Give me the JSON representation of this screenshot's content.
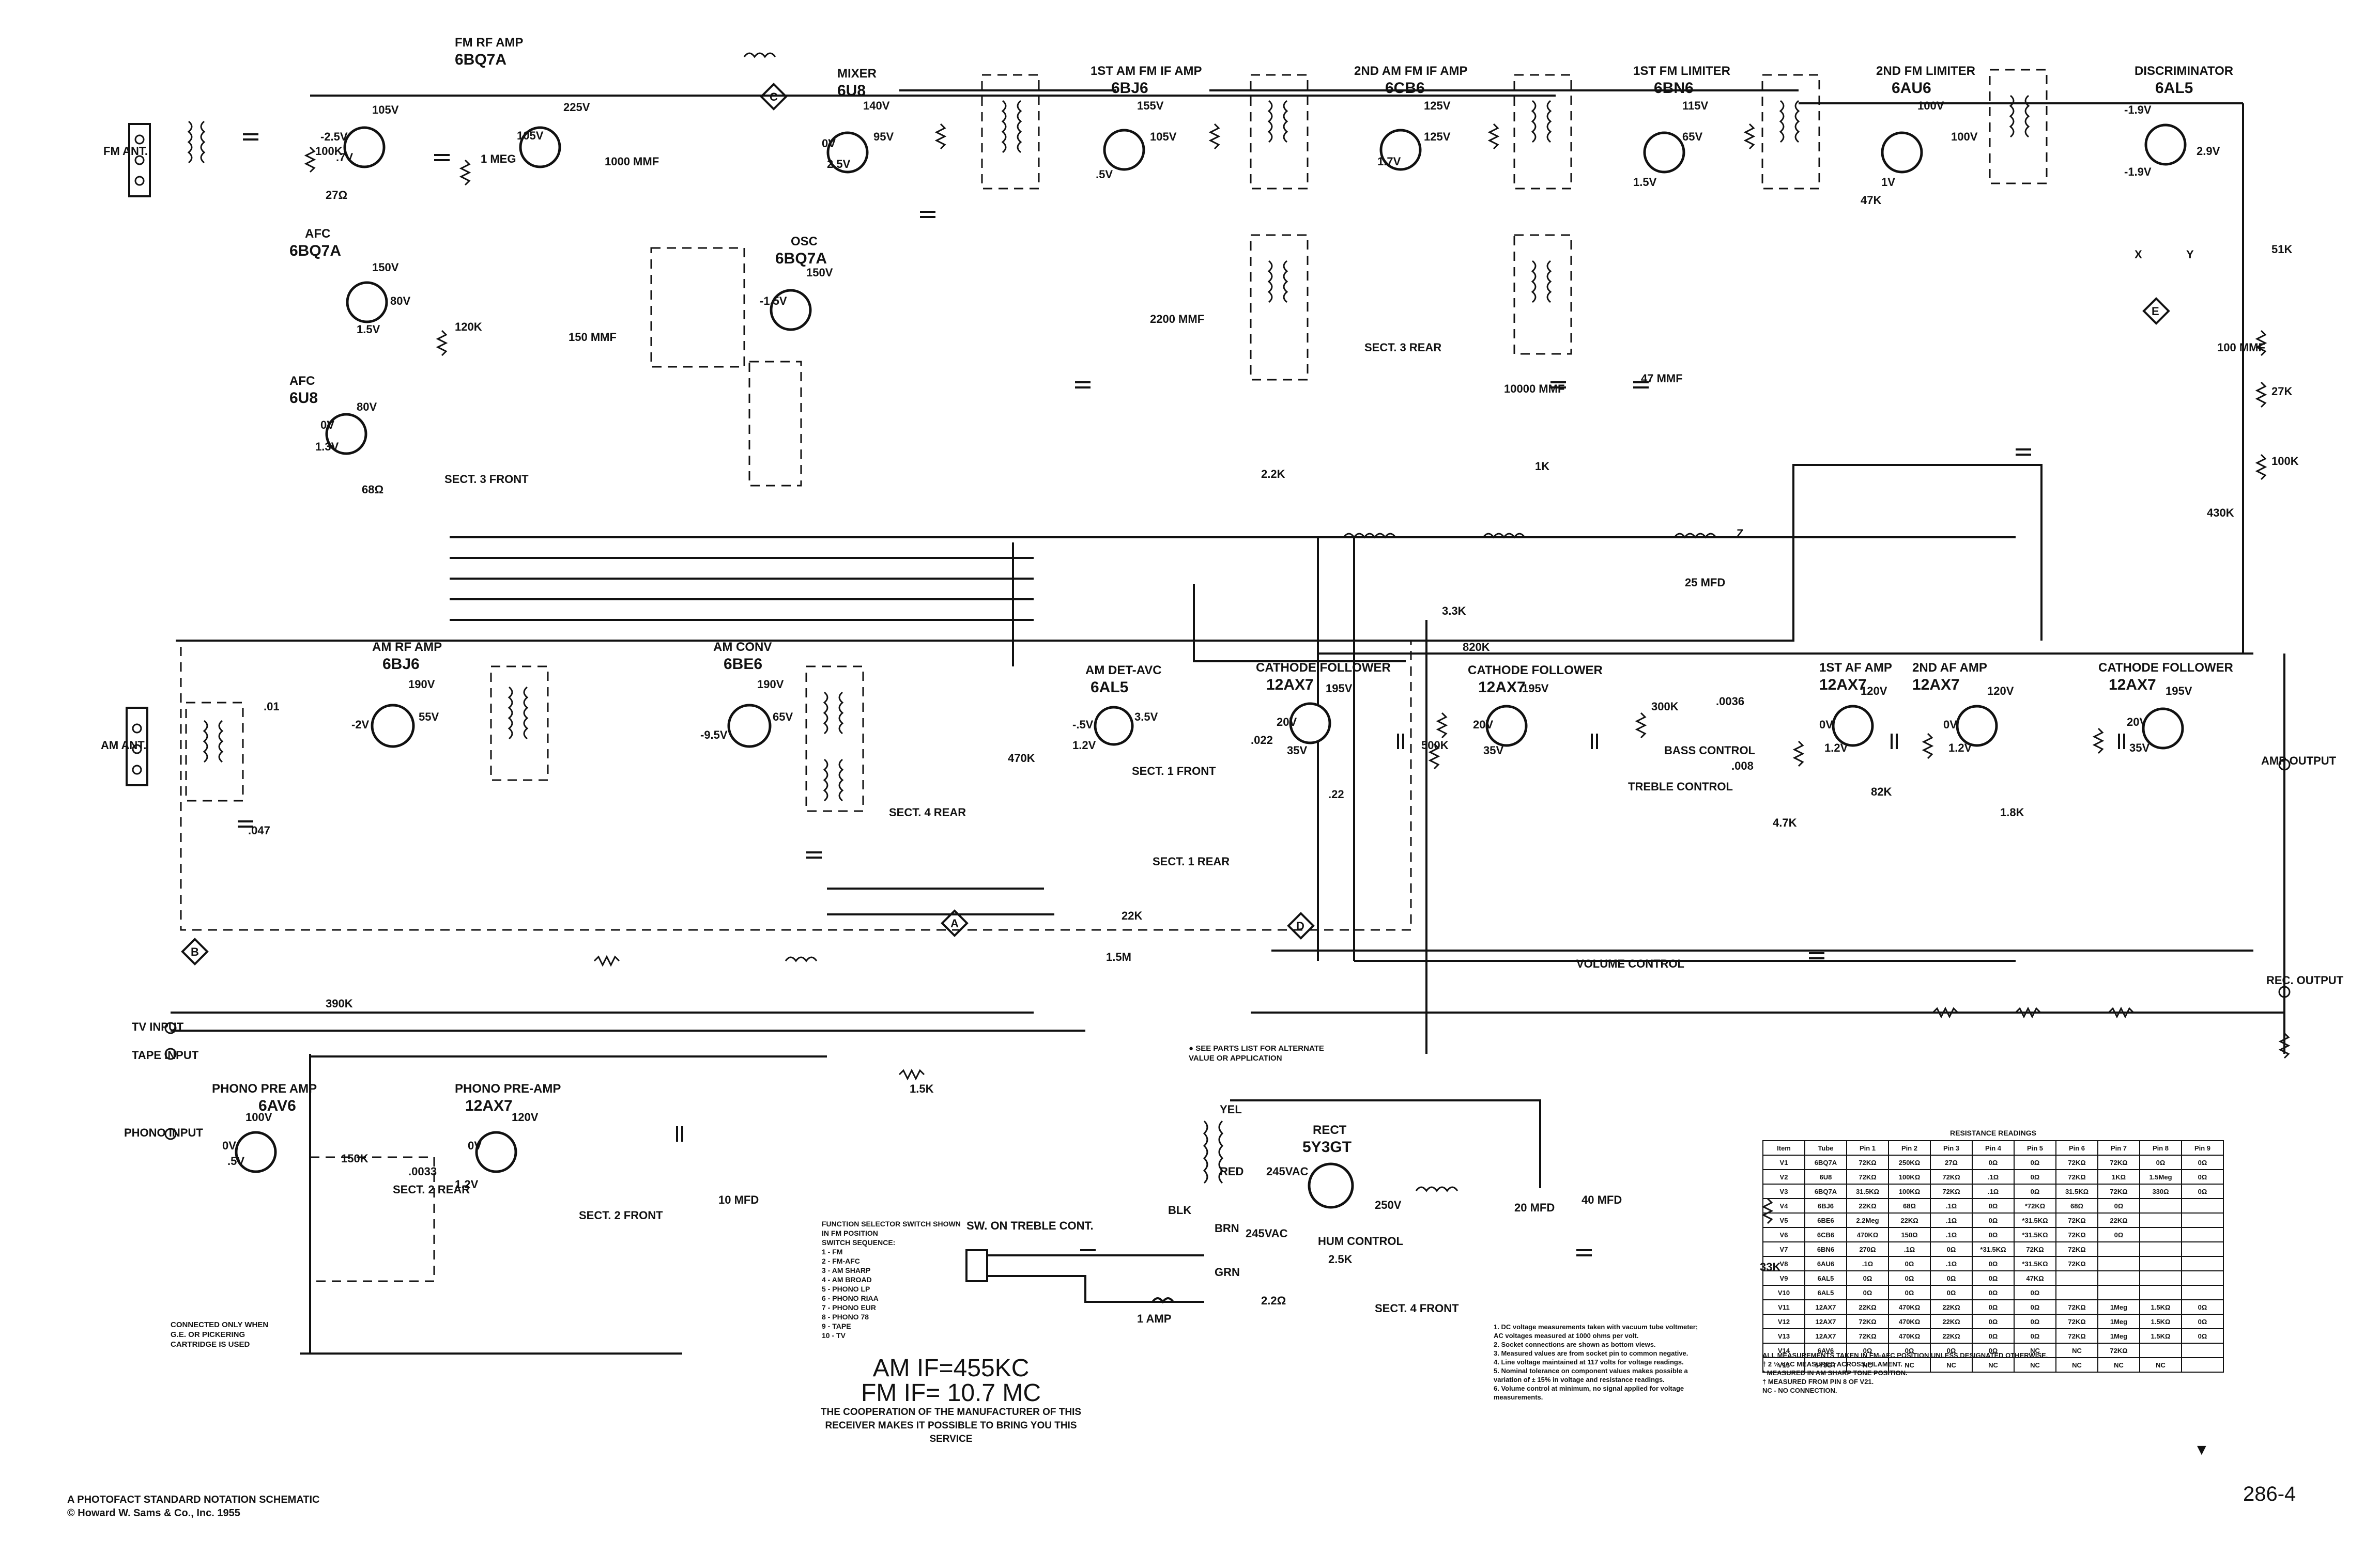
{
  "footer": {
    "credit_line1": "A PHOTOFACT STANDARD NOTATION SCHEMATIC",
    "credit_line2": "© Howard W. Sams & Co., Inc. 1955",
    "page_number": "286-4",
    "marker": "▼"
  },
  "if_note": {
    "am_if": "AM IF=455KC",
    "fm_if": "FM IF= 10.7 MC",
    "line3": "THE COOPERATION OF THE MANUFACTURER OF THIS",
    "line4": "RECEIVER MAKES IT POSSIBLE TO BRING YOU THIS SERVICE"
  },
  "tubes": [
    {
      "id": "V1",
      "function": "FM RF AMP",
      "type": "6BQ7A"
    },
    {
      "id": "V2",
      "function": "MIXER",
      "type": "6U8"
    },
    {
      "id": "V3",
      "function": "1ST AM FM IF AMP",
      "type": "6BJ6"
    },
    {
      "id": "V4",
      "function": "2ND AM FM IF AMP",
      "type": "6CB6"
    },
    {
      "id": "V5",
      "function": "1ST FM LIMITER",
      "type": "6BN6"
    },
    {
      "id": "V6",
      "function": "2ND FM LIMITER",
      "type": "6AU6"
    },
    {
      "id": "V7",
      "function": "DISCRIMINATOR",
      "type": "6AL5"
    },
    {
      "id": "V8",
      "function": "AFC",
      "type": "6BQ7A"
    },
    {
      "id": "V9",
      "function": "AFC",
      "type": "6U8"
    },
    {
      "id": "V10",
      "function": "OSC",
      "type": "6BQ7A"
    },
    {
      "id": "V11",
      "function": "AM RF AMP",
      "type": "6BJ6"
    },
    {
      "id": "V12",
      "function": "AM CONV",
      "type": "6BE6"
    },
    {
      "id": "V13",
      "function": "AM DET-AVC",
      "type": "6AL5"
    },
    {
      "id": "V14",
      "function": "CATHODE FOLLOWER",
      "type": "12AX7"
    },
    {
      "id": "V15",
      "function": "CATHODE FOLLOWER",
      "type": "12AX7"
    },
    {
      "id": "V16",
      "function": "1ST AF AMP",
      "type": "12AX7"
    },
    {
      "id": "V17",
      "function": "2ND AF AMP",
      "type": "12AX7"
    },
    {
      "id": "V18",
      "function": "CATHODE FOLLOWER",
      "type": "12AX7"
    },
    {
      "id": "V19",
      "function": "PHONO PRE AMP",
      "type": "6AV6"
    },
    {
      "id": "V20",
      "function": "PHONO PRE-AMP",
      "type": "12AX7"
    },
    {
      "id": "V21",
      "function": "RECT",
      "type": "5Y3GT"
    }
  ],
  "io_labels": {
    "fm_ant": "FM ANT.",
    "am_ant": "AM ANT.",
    "tv_input": "TV INPUT",
    "tape_input": "TAPE INPUT",
    "phono_input": "PHONO INPUT",
    "amp_output": "AMP OUTPUT",
    "rec_output": "REC. OUTPUT"
  },
  "controls": {
    "volume": "VOLUME CONTROL",
    "bass": "BASS CONTROL",
    "treble": "TREBLE CONTROL",
    "hum": "HUM CONTROL",
    "sw_treble": "SW. ON TREBLE CONT."
  },
  "supply": {
    "v245ac_a": "245VAC",
    "v245ac_b": "245VAC",
    "v250": "250V",
    "fuse": "1 AMP"
  },
  "phono_note": [
    "CONNECTED ONLY WHEN",
    "G.E. OR PICKERING",
    "CARTRIDGE IS USED"
  ],
  "see_parts": [
    "● SEE PARTS LIST FOR ALTERNATE",
    "VALUE OR APPLICATION"
  ],
  "function_switch": {
    "title": [
      "FUNCTION SELECTOR SWITCH SHOWN",
      "IN FM POSITION",
      "SWITCH SEQUENCE:"
    ],
    "positions": [
      "1 - FM",
      "2 - FM-AFC",
      "3 - AM SHARP",
      "4 - AM BROAD",
      "5 - PHONO LP",
      "6 - PHONO RIAA",
      "7 - PHONO EUR",
      "8 - PHONO 78",
      "9 - TAPE",
      "10 - TV"
    ]
  },
  "voltage_notes": [
    "1. DC voltage measurements taken with vacuum tube voltmeter;",
    "   AC voltages measured at 1000 ohms per volt.",
    "2. Socket connections are shown as bottom views.",
    "3. Measured values are from socket pin to common negative.",
    "4. Line voltage maintained at 117 volts for voltage readings.",
    "5. Nominal tolerance on component values makes possible a",
    "   variation of ± 15% in voltage and resistance readings.",
    "6. Volume control at minimum, no signal applied for voltage",
    "   measurements."
  ],
  "resistance_table": {
    "caption": "RESISTANCE READINGS",
    "headers": [
      "Item",
      "Tube",
      "Pin 1",
      "Pin 2",
      "Pin 3",
      "Pin 4",
      "Pin 5",
      "Pin 6",
      "Pin 7",
      "Pin 8",
      "Pin 9"
    ],
    "rows": [
      [
        "V1",
        "6BQ7A",
        "72KΩ",
        "250KΩ",
        "27Ω",
        "0Ω",
        "0Ω",
        "72KΩ",
        "72KΩ",
        "0Ω",
        "0Ω"
      ],
      [
        "V2",
        "6U8",
        "72KΩ",
        "100KΩ",
        "72KΩ",
        ".1Ω",
        "0Ω",
        "72KΩ",
        "1KΩ",
        "1.5Meg",
        "0Ω"
      ],
      [
        "V3",
        "6BQ7A",
        "31.5KΩ",
        "100KΩ",
        "72KΩ",
        ".1Ω",
        "0Ω",
        "31.5KΩ",
        "72KΩ",
        "330Ω",
        "0Ω"
      ],
      [
        "V4",
        "6BJ6",
        "22KΩ",
        "68Ω",
        ".1Ω",
        "0Ω",
        "*72KΩ",
        "68Ω",
        "0Ω",
        "",
        ""
      ],
      [
        "V5",
        "6BE6",
        "2.2Meg",
        "22KΩ",
        ".1Ω",
        "0Ω",
        "*31.5KΩ",
        "72KΩ",
        "22KΩ",
        "",
        ""
      ],
      [
        "V6",
        "6CB6",
        "470KΩ",
        "150Ω",
        ".1Ω",
        "0Ω",
        "*31.5KΩ",
        "72KΩ",
        "0Ω",
        "",
        ""
      ],
      [
        "V7",
        "6BN6",
        "270Ω",
        ".1Ω",
        "0Ω",
        "*31.5KΩ",
        "72KΩ",
        "72KΩ",
        "",
        "",
        ""
      ],
      [
        "V8",
        "6AU6",
        ".1Ω",
        "0Ω",
        ".1Ω",
        "0Ω",
        "*31.5KΩ",
        "72KΩ",
        "",
        "",
        ""
      ],
      [
        "V9",
        "6AL5",
        "0Ω",
        "0Ω",
        "0Ω",
        "0Ω",
        "47KΩ",
        "",
        "",
        "",
        ""
      ],
      [
        "V10",
        "6AL5",
        "0Ω",
        "0Ω",
        "0Ω",
        "0Ω",
        "0Ω",
        "",
        "",
        "",
        ""
      ],
      [
        "V11",
        "12AX7",
        "22KΩ",
        "470KΩ",
        "22KΩ",
        "0Ω",
        "0Ω",
        "72KΩ",
        "1Meg",
        "1.5KΩ",
        "0Ω"
      ],
      [
        "V12",
        "12AX7",
        "72KΩ",
        "470KΩ",
        "22KΩ",
        "0Ω",
        "0Ω",
        "72KΩ",
        "1Meg",
        "1.5KΩ",
        "0Ω"
      ],
      [
        "V13",
        "12AX7",
        "72KΩ",
        "470KΩ",
        "22KΩ",
        "0Ω",
        "0Ω",
        "72KΩ",
        "1Meg",
        "1.5KΩ",
        "0Ω"
      ],
      [
        "V14",
        "6AV6",
        "0Ω",
        "0Ω",
        "0Ω",
        "0Ω",
        "NC",
        "NC",
        "72KΩ",
        "",
        ""
      ],
      [
        "V15",
        "5Y3GT",
        "NC",
        "NC",
        "NC",
        "NC",
        "NC",
        "NC",
        "NC",
        "NC",
        ""
      ]
    ],
    "notes": [
      "ALL MEASUREMENTS TAKEN IN FM-AFC POSITION UNLESS DESIGNATED OTHERWISE.",
      "† 2 ½ VAC MEASURED ACROSS FILAMENT.",
      "* MEASURED IN AM SHARP TONE POSITION.",
      "† MEASURED FROM PIN 8 OF V21.",
      "NC - NO CONNECTION."
    ]
  },
  "voltages": {
    "v1_plate": "105V",
    "v1_grid": "-2.5V",
    "v1_cath": ".7V",
    "v1b_plate": "225V",
    "v1b_plate2": "105V",
    "v2_plate": "140V",
    "v2_grid": "0V",
    "v2_cath": "2.5V",
    "v2_scr": "95V",
    "v3_plate": "155V",
    "v3_scr": "105V",
    "v3_cath": ".5V",
    "v4_plate": "125V",
    "v4_scr": "125V",
    "v4_cath": "1.7V",
    "v5_plate": "115V",
    "v5_scr": "65V",
    "v5_cath": "1.5V",
    "v6_plate": "100V",
    "v6_scr": "100V",
    "v6_cath": "1V",
    "v7_a": "-1.9V",
    "v7_b": "2.9V",
    "v7_c": "-1.9V",
    "v8_plate": "150V",
    "v8_grid": "80V",
    "v8_cath": "1.5V",
    "v9_plate": "80V",
    "v9_grid": "0V",
    "v9_cath": "1.3V",
    "v10_plate": "150V",
    "v10_grid": "-1.5V",
    "v11_plate": "190V",
    "v11_scr": "55V",
    "v11_grid": "-2V",
    "v12_plate": "190V",
    "v12_scr": "65V",
    "v12_grid": "-9.5V",
    "v13_a": "-.5V",
    "v13_b": "1.2V",
    "v13_c": "3.5V",
    "v14_plate": "195V",
    "v14_grid": "20V",
    "v14_cath": "35V",
    "v15_plate": "195V",
    "v15_grid": "20V",
    "v15_cath": "35V",
    "v16_plate": "120V",
    "v16_grid": "0V",
    "v16_cath": "1.2V",
    "v17_plate": "120V",
    "v17_grid": "0V",
    "v17_cath": "1.2V",
    "v18_plate": "195V",
    "v18_grid": "20V",
    "v18_cath": "35V",
    "v19_plate": "100V",
    "v19_grid": "0V",
    "v19_cath": ".5V",
    "v20_plate": "120V",
    "v20_grid": "0V",
    "v20_cath": "1.2V"
  },
  "parts": {
    "r_27": "27Ω",
    "r_100k_a": "100K",
    "r_120k": "120K",
    "r_1meg_a": "1 MEG",
    "r_68ohm": "68Ω",
    "r_22k_a": "22K",
    "r_470k_a": "470K",
    "r_1k_a": "1K",
    "r_47k_a": "47K",
    "r_150k": "150K",
    "r_2_2k": "2.2K",
    "r_820k": "820K",
    "r_3_3k": "3.3K",
    "r_27k": "27K",
    "r_51k": "51K",
    "r_430k": "430K",
    "r_100k_b": "100K",
    "r_500k": "500K",
    "r_4_7k": "4.7K",
    "r_1_8k": "1.8K",
    "r_82k": "82K",
    "r_390k": "390K",
    "r_33k": "33K",
    "r_2_2ohm": "2.2Ω",
    "r_1_5k": "1.5K",
    "r_2_5k": "2.5K",
    "r_300k": "300K",
    "r_1_5m": "1.5M",
    "c_047": ".047",
    "c_01": ".01",
    "c_022": ".022",
    "c_22": ".22",
    "c_0033": ".0033",
    "c_0036": ".0036",
    "c_008": ".008",
    "c_150": "150 MMF",
    "c_1000": "1000 MMF",
    "c_2200": "2200 MMF",
    "c_10000": "10000 MMF",
    "c_47": "47 MMF",
    "c_100": "100 MMF",
    "c_40mfd": "40 MFD",
    "c_20mfd": "20 MFD",
    "c_10mfd": "10 MFD",
    "c_25mfd": "25 MFD",
    "t_yel": "YEL",
    "t_red": "RED",
    "t_blk": "BLK",
    "t_grn": "GRN",
    "t_brn": "BRN"
  },
  "switch_labels": {
    "s1": "SECT. 1 FRONT",
    "s2": "SECT. 1 REAR",
    "s3": "SECT. 3 FRONT",
    "s4": "SECT. 3 REAR",
    "s5": "SECT. 4 REAR",
    "s6": "SECT. 2 FRONT",
    "s7": "SECT. 2 REAR",
    "s8": "SECT. 4 FRONT"
  },
  "nodes": [
    "A",
    "B",
    "C",
    "D",
    "E",
    "X",
    "Y",
    "Z"
  ]
}
